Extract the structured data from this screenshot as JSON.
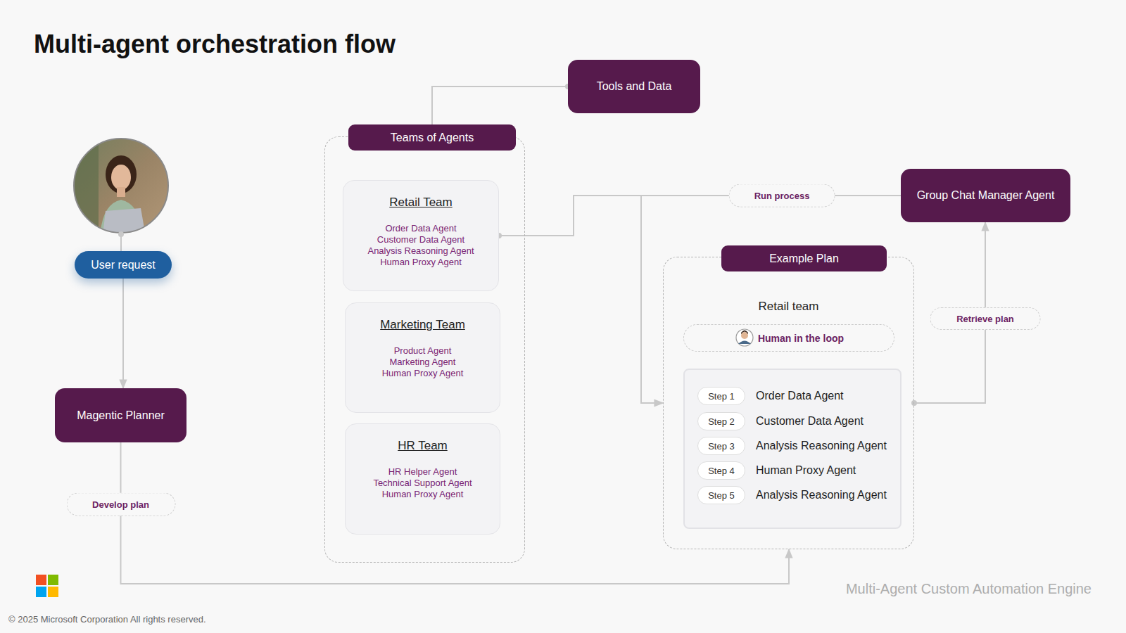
{
  "diagram": {
    "title": "Multi-agent orchestration flow",
    "nodes": [
      {
        "text": [
          "Tools and Data"
        ]
      },
      {
        "text": [
          "Teams of Agents"
        ]
      },
      {
        "text": [
          "Retail Team",
          "Order Data Agent",
          "Customer Data Agent",
          "Analysis Reasoning Agent",
          "Human Proxy Agent"
        ],
        "in": 1
      },
      {
        "text": [
          "Marketing Team",
          "Product Agent",
          "Marketing Agent",
          "Human Proxy Agent"
        ],
        "in": 1
      },
      {
        "text": [
          "HR Team",
          "HR Helper Agent",
          "Technical Support Agent",
          "Human Proxy Agent"
        ],
        "in": 1
      },
      {
        "text": [
          "User request"
        ]
      },
      {
        "text": [
          "Magentic Planner"
        ]
      },
      {
        "text": [
          "Example Plan",
          "Retail team"
        ]
      },
      {
        "text": [
          "Human in the loop"
        ],
        "in": 7
      },
      {
        "text": [
          "Order Data Agent",
          "Customer Data Agent",
          "Analysis Reasoning Agent",
          "Human Proxy Agent",
          "Analysis Reasoning Agent"
        ],
        "in": 7
      },
      {
        "text": [
          "Step 1"
        ],
        "in": 9
      },
      {
        "text": [
          "Step 2"
        ],
        "in": 9
      },
      {
        "text": [
          "Step 3"
        ],
        "in": 9
      },
      {
        "text": [
          "Step 4"
        ],
        "in": 9
      },
      {
        "text": [
          "Step 5"
        ],
        "in": 9
      },
      {
        "text": [
          "Group Chat Manager Agent"
        ]
      }
    ],
    "edges": [
      {
        "from": 5,
        "to": 6,
        "arrow": "to"
      },
      {
        "from": 6,
        "to": 7,
        "label": "Develop plan",
        "arrow": "to"
      },
      {
        "from": 1,
        "to": 0,
        "arrow": "none"
      },
      {
        "from": 15,
        "to": 2,
        "label": "Run process",
        "arrow": "none"
      },
      {
        "from": 15,
        "to": 7,
        "arrow": "to"
      },
      {
        "from": 7,
        "to": 15,
        "label": "Retrieve plan",
        "arrow": "to"
      }
    ],
    "labels": [
      "Multi-Agent Custom Automation Engine",
      "© 2025 Microsoft Corporation All rights reserved."
    ]
  }
}
